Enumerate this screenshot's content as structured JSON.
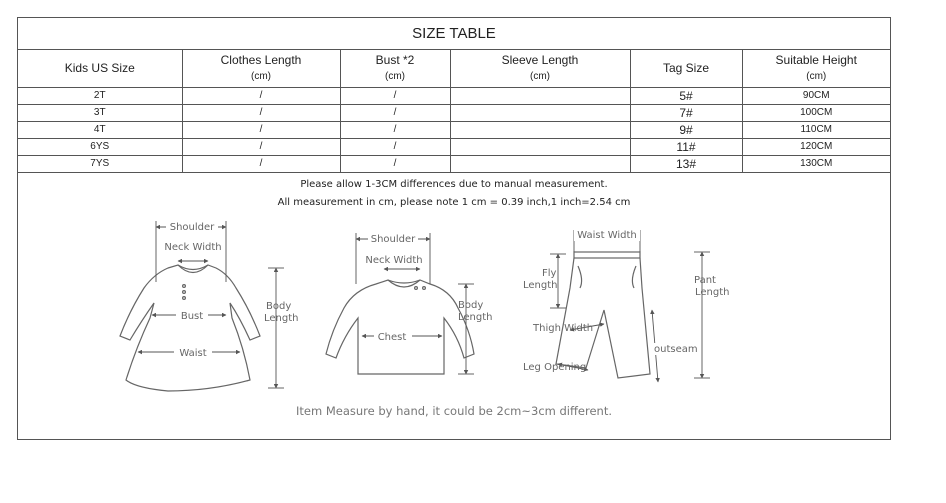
{
  "title": "SIZE TABLE",
  "columns": [
    {
      "label": "Kids US Size",
      "unit": ""
    },
    {
      "label": "Clothes Length",
      "unit": "(cm)"
    },
    {
      "label": "Bust *2",
      "unit": "(cm)"
    },
    {
      "label": "Sleeve Length",
      "unit": "(cm)"
    },
    {
      "label": "Tag Size",
      "unit": ""
    },
    {
      "label": "Suitable Height",
      "unit": "(cm)"
    }
  ],
  "rows": [
    [
      "2T",
      "/",
      "/",
      "",
      "5#",
      "90CM"
    ],
    [
      "3T",
      "/",
      "/",
      "",
      "7#",
      "100CM"
    ],
    [
      "4T",
      "/",
      "/",
      "",
      "9#",
      "110CM"
    ],
    [
      "6YS",
      "/",
      "/",
      "",
      "11#",
      "120CM"
    ],
    [
      "7YS",
      "/",
      "/",
      "",
      "13#",
      "130CM"
    ]
  ],
  "notes": [
    "Please allow 1-3CM differences due to manual measurement.",
    "All measurement in cm, please note 1 cm = 0.39 inch,1 inch=2.54 cm"
  ],
  "dress_labels": {
    "shoulder": "Shoulder",
    "neck": "Neck Width",
    "bust": "Bust",
    "waist": "Waist",
    "body": "Body",
    "length": "Length"
  },
  "shirt_labels": {
    "shoulder": "Shoulder",
    "neck": "Neck Width",
    "chest": "Chest",
    "body": "Body",
    "length": "Length"
  },
  "pants_labels": {
    "waist": "Waist Width",
    "fly1": "Fly",
    "fly2": "Length",
    "pant1": "Pant",
    "pant2": "Length",
    "thigh": "Thigh Width",
    "outseam": "outseam",
    "leg": "Leg Opening"
  },
  "footer": "Item Measure by hand, it could be 2cm~3cm different."
}
